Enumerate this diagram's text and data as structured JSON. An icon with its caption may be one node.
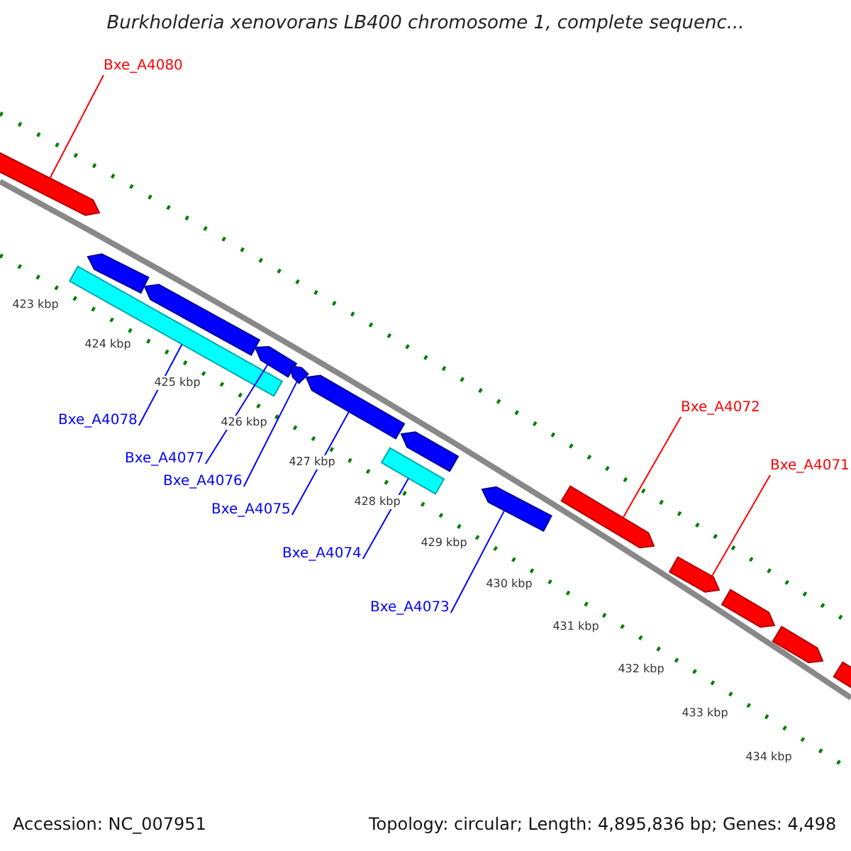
{
  "diagram": {
    "title": "Burkholderia xenovorans LB400 chromosome 1, complete sequenc...",
    "nodes": [
      {
        "text": [
          "Bxe_A4080"
        ]
      },
      {
        "text": [
          "Bxe_A4072"
        ]
      },
      {
        "text": [
          "Bxe_A4078"
        ]
      },
      {
        "text": [
          "Bxe_A4077"
        ]
      },
      {
        "text": [
          "Bxe_A4071"
        ]
      },
      {
        "text": [
          "Bxe_A4076"
        ]
      },
      {
        "text": [
          "Bxe_A4075"
        ]
      },
      {
        "text": [
          "Bxe_A4074"
        ]
      },
      {
        "text": [
          "Bxe_A4073"
        ]
      },
      {
        "text": [],
        "shape": "arrow"
      },
      {
        "text": [],
        "shape": "bar"
      },
      {
        "text": [],
        "shape": "arrow"
      },
      {
        "text": [],
        "shape": "arrow"
      },
      {
        "text": [],
        "shape": "arrow"
      },
      {
        "text": [],
        "shape": "arrow"
      },
      {
        "text": [],
        "shape": "arrow"
      },
      {
        "text": [],
        "shape": "bar"
      },
      {
        "text": [],
        "shape": "arrow"
      },
      {
        "text": [],
        "shape": "arrow"
      },
      {
        "text": [],
        "shape": "arrow"
      },
      {
        "text": [],
        "shape": "arrow"
      },
      {
        "text": [],
        "shape": "arrow"
      },
      {
        "text": [],
        "shape": "arrow"
      },
      {
        "text": [],
        "shape": "arrow"
      }
    ],
    "edges": [
      {
        "from": 0,
        "to": 9,
        "arrow": "none",
        "color": "#ff0000"
      },
      {
        "from": 1,
        "to": 19,
        "arrow": "none",
        "color": "#ff0000"
      },
      {
        "from": 2,
        "to": 10,
        "arrow": "none"
      },
      {
        "from": 3,
        "to": 13,
        "arrow": "none"
      },
      {
        "from": 4,
        "to": 20,
        "arrow": "none",
        "color": "#ff0000"
      },
      {
        "from": 5,
        "to": 14,
        "arrow": "none"
      },
      {
        "from": 6,
        "to": 15,
        "arrow": "none"
      },
      {
        "from": 7,
        "to": 16,
        "arrow": "none"
      },
      {
        "from": 8,
        "to": 18,
        "arrow": "none"
      }
    ],
    "labels": [
      "423 kbp",
      "424 kbp",
      "425 kbp",
      "426 kbp",
      "427 kbp",
      "428 kbp",
      "429 kbp",
      "430 kbp",
      "431 kbp",
      "432 kbp",
      "433 kbp",
      "434 kbp",
      "Accession: NC_007951",
      "Topology: circular; Length: 4,895,836 bp; Genes: 4,498"
    ]
  }
}
